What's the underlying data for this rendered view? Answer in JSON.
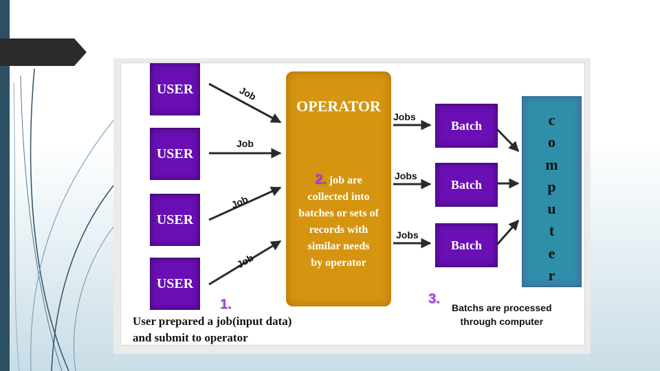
{
  "diagram": {
    "users": [
      "USER",
      "USER",
      "USER",
      "USER"
    ],
    "job_labels": [
      "Job",
      "Job",
      "Job",
      "Job"
    ],
    "operator": {
      "title": "OPERATOR",
      "step_number": "2.",
      "description": [
        "job are",
        "collected into",
        "batches or sets of",
        "records with",
        "similar needs",
        "by operator"
      ]
    },
    "jobs_labels": [
      "Jobs",
      "Jobs",
      "Jobs"
    ],
    "batches": [
      "Batch",
      "Batch",
      "Batch"
    ],
    "computer_letters": [
      "c",
      "o",
      "m",
      "p",
      "u",
      "t",
      "e",
      "r"
    ],
    "step1": {
      "number": "1.",
      "lines": [
        "User prepared a job(input data)",
        "and submit to operator"
      ]
    },
    "step3": {
      "number": "3.",
      "lines": [
        "Batchs are processed",
        "through computer"
      ]
    }
  },
  "colors": {
    "user_box": "#6a0fb4",
    "operator_box": "#d69510",
    "computer_box": "#2f8fa8",
    "step_number": "#a63df0",
    "side_bar": "#2d4f63",
    "slide_tab": "#2b2b2b"
  }
}
